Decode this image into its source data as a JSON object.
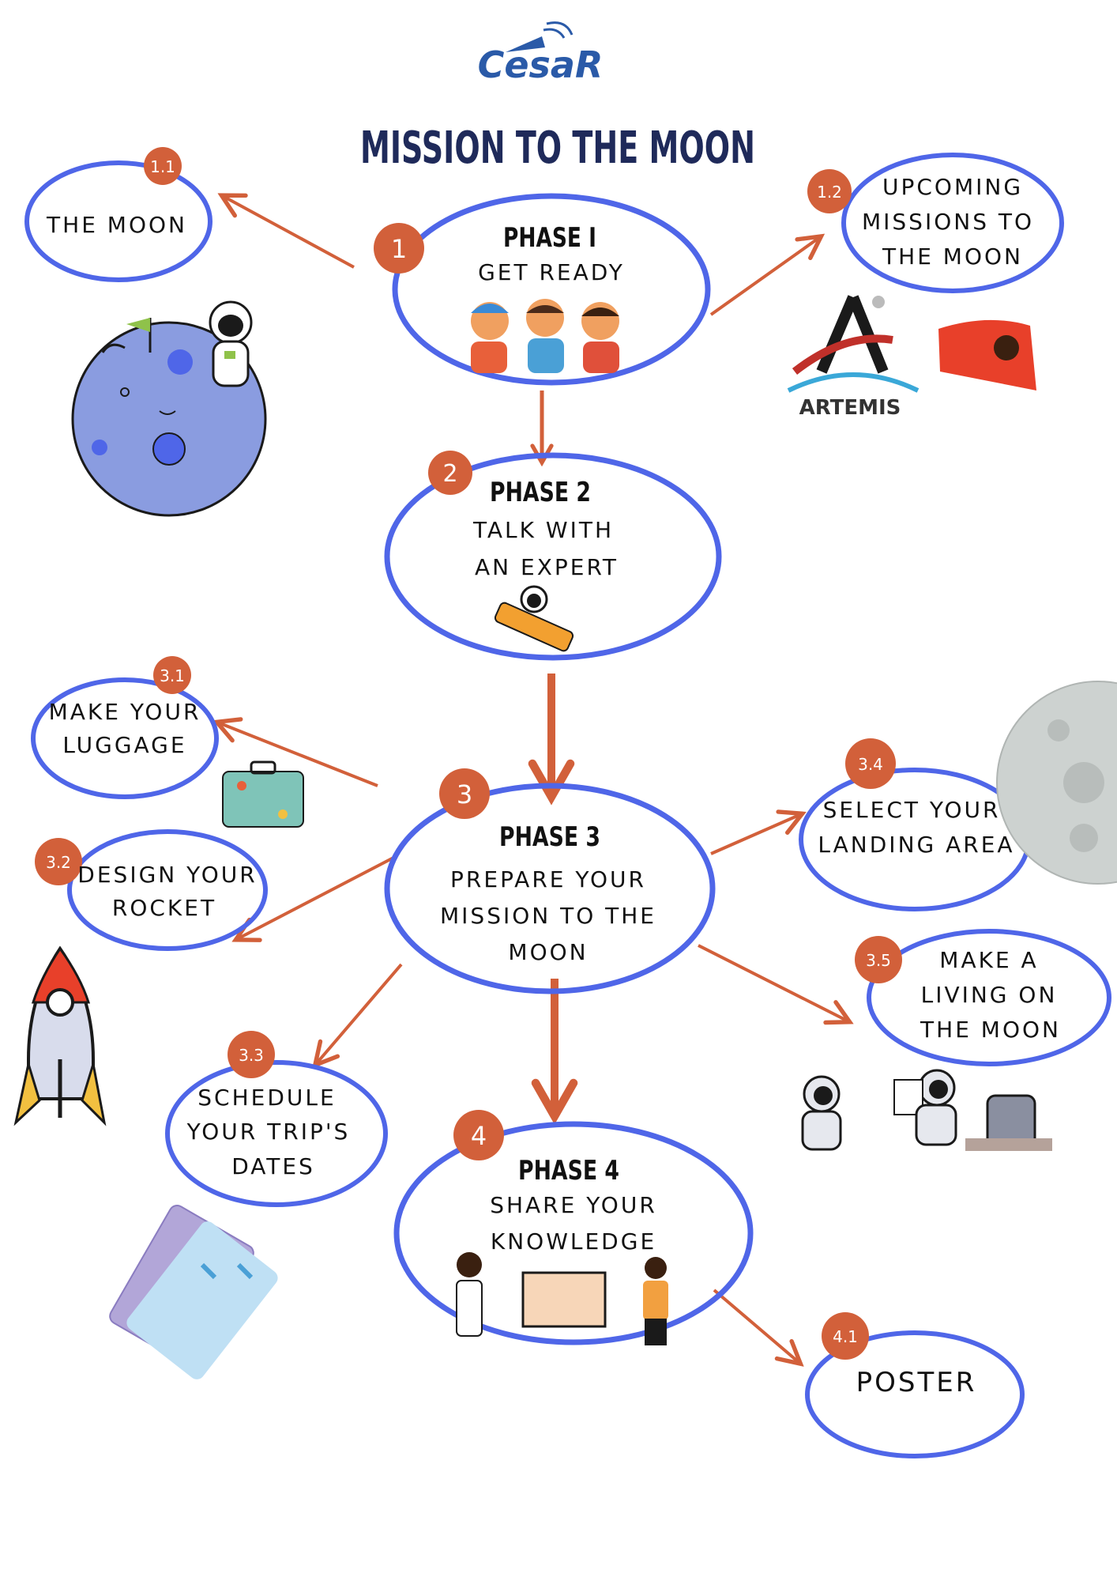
{
  "logo": {
    "text": "CesaR"
  },
  "title": "MISSION TO THE MOON",
  "colors": {
    "ring": "#4f66e8",
    "accent": "#d2603a",
    "text": "#111111",
    "title": "#1f2a5a"
  },
  "phases": [
    {
      "badge": "1",
      "title": "PHASE I",
      "lines": [
        "GET READY"
      ]
    },
    {
      "badge": "2",
      "title": "PHASE 2",
      "lines": [
        "TALK WITH",
        "AN EXPERT"
      ]
    },
    {
      "badge": "3",
      "title": "PHASE 3",
      "lines": [
        "PREPARE YOUR",
        "MISSION TO THE",
        "MOON"
      ]
    },
    {
      "badge": "4",
      "title": "PHASE 4",
      "lines": [
        "SHARE YOUR",
        "KNOWLEDGE"
      ]
    }
  ],
  "steps": [
    {
      "badge": "1.1",
      "lines": [
        "THE MOON"
      ]
    },
    {
      "badge": "1.2",
      "lines": [
        "UPCOMING",
        "MISSIONS TO",
        "THE MOON"
      ]
    },
    {
      "badge": "3.1",
      "lines": [
        "MAKE YOUR",
        "LUGGAGE"
      ]
    },
    {
      "badge": "3.2",
      "lines": [
        "DESIGN YOUR",
        "ROCKET"
      ]
    },
    {
      "badge": "3.3",
      "lines": [
        "SCHEDULE",
        "YOUR TRIP'S",
        "DATES"
      ]
    },
    {
      "badge": "3.4",
      "lines": [
        "SELECT YOUR",
        "LANDING AREA"
      ]
    },
    {
      "badge": "3.5",
      "lines": [
        "MAKE A",
        "LIVING ON",
        "THE MOON"
      ]
    },
    {
      "badge": "4.1",
      "lines": [
        "POSTER"
      ]
    }
  ],
  "artemis_label": "ARTEMIS",
  "icons": [
    "moon-illustration-icon",
    "artemis-logo-icon",
    "rocket-icon",
    "luggage-icon",
    "tickets-icon",
    "astronaut-icon",
    "kids-icon",
    "full-moon-icon"
  ]
}
